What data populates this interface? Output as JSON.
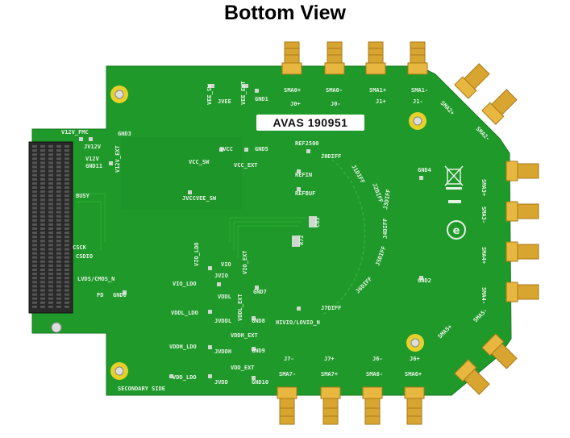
{
  "title": "Bottom View",
  "board_label": "AVAS 190951",
  "colors": {
    "pcb": "#1f9a2a",
    "pcb_dark": "#188522",
    "gold": "#d9a531",
    "gold_dark": "#a87a18",
    "connector": "#2a2a2a"
  },
  "silkscreen": [
    {
      "id": "vee-sw",
      "text": "VEE_SW"
    },
    {
      "id": "jvee",
      "text": "JVEE"
    },
    {
      "id": "vee-ext",
      "text": "VEE_EXT"
    },
    {
      "id": "gnd1",
      "text": "GND1"
    },
    {
      "id": "v12v-fmc",
      "text": "V12V_FMC"
    },
    {
      "id": "gnd3",
      "text": "GND3"
    },
    {
      "id": "jv12v",
      "text": "JV12V"
    },
    {
      "id": "v12v",
      "text": "V12V"
    },
    {
      "id": "gnd11",
      "text": "GND11"
    },
    {
      "id": "v12v-ext",
      "text": "V12V_EXT"
    },
    {
      "id": "jvcc",
      "text": "JVCC"
    },
    {
      "id": "gnd5",
      "text": "GND5"
    },
    {
      "id": "vcc-sw",
      "text": "VCC_SW"
    },
    {
      "id": "vcc-ext",
      "text": "VCC_EXT"
    },
    {
      "id": "jvccvee-sw",
      "text": "JVCCVEE_SW"
    },
    {
      "id": "busy",
      "text": "BUSY"
    },
    {
      "id": "csck",
      "text": "CSCK"
    },
    {
      "id": "csdio",
      "text": "CSDIO"
    },
    {
      "id": "lvds-cmos",
      "text": "LVDS/CMOS_N"
    },
    {
      "id": "pd",
      "text": "PD"
    },
    {
      "id": "gnd0",
      "text": "GND0"
    },
    {
      "id": "vio-ldo-v",
      "text": "VIO_LDO"
    },
    {
      "id": "vio",
      "text": "VIO"
    },
    {
      "id": "jvio",
      "text": "JVIO"
    },
    {
      "id": "vio-ldo",
      "text": "VIO_LDO"
    },
    {
      "id": "vio-ext",
      "text": "VIO_EXT"
    },
    {
      "id": "vddl",
      "text": "VDDL"
    },
    {
      "id": "gnd7",
      "text": "GND7"
    },
    {
      "id": "vddl-ldo",
      "text": "VDDL_LDO"
    },
    {
      "id": "jvddl",
      "text": "JVDDL"
    },
    {
      "id": "vddl-ext",
      "text": "VDDL_EXT"
    },
    {
      "id": "gnd8",
      "text": "GND8"
    },
    {
      "id": "vddh-ext",
      "text": "VDDH_EXT"
    },
    {
      "id": "vddh-ldo",
      "text": "VDDH_LDO"
    },
    {
      "id": "jvddh",
      "text": "JVDDH"
    },
    {
      "id": "gnd9",
      "text": "GND9"
    },
    {
      "id": "vdd-ext",
      "text": "VDD_EXT"
    },
    {
      "id": "vdd-ldo",
      "text": "VDD_LDO"
    },
    {
      "id": "jvdd",
      "text": "JVDD"
    },
    {
      "id": "gnd10",
      "text": "GND10"
    },
    {
      "id": "secondary-side",
      "text": "SECONDARY SIDE"
    },
    {
      "id": "ref2500",
      "text": "REF2500"
    },
    {
      "id": "refin",
      "text": "REFIN"
    },
    {
      "id": "refbuf",
      "text": "REFBUF"
    },
    {
      "id": "c83",
      "text": "C83"
    },
    {
      "id": "r72",
      "text": "R72"
    },
    {
      "id": "j0diff",
      "text": "J0DIFF"
    },
    {
      "id": "j1diff",
      "text": "J1DIFF"
    },
    {
      "id": "j2diff",
      "text": "J2DIFF"
    },
    {
      "id": "j3diff",
      "text": "J3DIFF"
    },
    {
      "id": "j4diff",
      "text": "J4DIFF"
    },
    {
      "id": "j5diff",
      "text": "J5DIFF"
    },
    {
      "id": "j6diff",
      "text": "J6DIFF"
    },
    {
      "id": "j7diff",
      "text": "J7DIFF"
    },
    {
      "id": "hivio",
      "text": "HIVIO/LOVIO_N"
    },
    {
      "id": "gnd4",
      "text": "GND4"
    },
    {
      "id": "gnd2",
      "text": "GND2"
    },
    {
      "id": "sma0p",
      "text": "SMA0+"
    },
    {
      "id": "sma0m",
      "text": "SMA0-"
    },
    {
      "id": "sma1p",
      "text": "SMA1+"
    },
    {
      "id": "sma1m",
      "text": "SMA1-"
    },
    {
      "id": "j0p",
      "text": "J0+"
    },
    {
      "id": "j0m",
      "text": "J0-"
    },
    {
      "id": "j1p",
      "text": "J1+"
    },
    {
      "id": "j1m",
      "text": "J1-"
    },
    {
      "id": "sma2p",
      "text": "SMA2+"
    },
    {
      "id": "sma2m",
      "text": "SMA2-"
    },
    {
      "id": "sma3p",
      "text": "SMA3+"
    },
    {
      "id": "sma3m",
      "text": "SMA3-"
    },
    {
      "id": "sma4p",
      "text": "SMA4+"
    },
    {
      "id": "sma4m",
      "text": "SMA4-"
    },
    {
      "id": "sma5p",
      "text": "SMA5+"
    },
    {
      "id": "sma5m",
      "text": "SMA5-"
    },
    {
      "id": "sma6p",
      "text": "SMA6+"
    },
    {
      "id": "sma6m",
      "text": "SMA6-"
    },
    {
      "id": "sma7p",
      "text": "SMA7+"
    },
    {
      "id": "sma7m",
      "text": "SMA7-"
    },
    {
      "id": "j6p",
      "text": "J6+"
    },
    {
      "id": "j6m",
      "text": "J6-"
    },
    {
      "id": "j7p",
      "text": "J7+"
    },
    {
      "id": "j7m",
      "text": "J7-"
    }
  ]
}
